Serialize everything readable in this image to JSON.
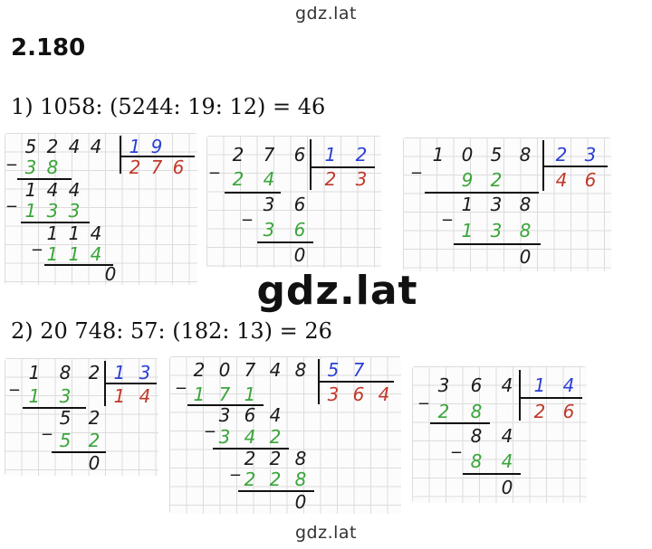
{
  "watermark_top": "gdz.lat",
  "watermark_middle": "gdz.lat",
  "watermark_bottom": "gdz.lat",
  "exercise_number": "2.180",
  "equation_1": "1) 1058: (5244: 19: 12) = 46",
  "equation_2": "2) 20 748: 57: (182: 13) = 26",
  "colors": {
    "quotient": "#c0392b",
    "divisor": "#2b3fd6",
    "subtrahend": "#3aa53a",
    "text": "#1a1a1a"
  },
  "divisions": [
    {
      "dividend": [
        "5",
        "2",
        "4",
        "4"
      ],
      "divisor": [
        "1",
        "9"
      ],
      "quotient": [
        "2",
        "7",
        "6"
      ],
      "steps": [
        [
          "3",
          "8"
        ],
        [
          "1",
          "4",
          "4"
        ],
        [
          "1",
          "3",
          "3"
        ],
        [
          "1",
          "1",
          "4"
        ],
        [
          "1",
          "1",
          "4"
        ],
        [
          "0"
        ]
      ]
    },
    {
      "dividend": [
        "2",
        "7",
        "6"
      ],
      "divisor": [
        "1",
        "2"
      ],
      "quotient": [
        "2",
        "3"
      ],
      "steps": [
        [
          "2",
          "4"
        ],
        [
          "3",
          "6"
        ],
        [
          "3",
          "6"
        ],
        [
          "0"
        ]
      ]
    },
    {
      "dividend": [
        "1",
        "0",
        "5",
        "8"
      ],
      "divisor": [
        "2",
        "3"
      ],
      "quotient": [
        "4",
        "6"
      ],
      "steps": [
        [
          "9",
          "2"
        ],
        [
          "1",
          "3",
          "8"
        ],
        [
          "1",
          "3",
          "8"
        ],
        [
          "0"
        ]
      ]
    },
    {
      "dividend": [
        "1",
        "8",
        "2"
      ],
      "divisor": [
        "1",
        "3"
      ],
      "quotient": [
        "1",
        "4"
      ],
      "steps": [
        [
          "1",
          "3"
        ],
        [
          "5",
          "2"
        ],
        [
          "5",
          "2"
        ],
        [
          "0"
        ]
      ]
    },
    {
      "dividend": [
        "2",
        "0",
        "7",
        "4",
        "8"
      ],
      "divisor": [
        "5",
        "7"
      ],
      "quotient": [
        "3",
        "6",
        "4"
      ],
      "steps": [
        [
          "1",
          "7",
          "1"
        ],
        [
          "3",
          "6",
          "4"
        ],
        [
          "3",
          "4",
          "2"
        ],
        [
          "2",
          "2",
          "8"
        ],
        [
          "2",
          "2",
          "8"
        ],
        [
          "0"
        ]
      ]
    },
    {
      "dividend": [
        "3",
        "6",
        "4"
      ],
      "divisor": [
        "1",
        "4"
      ],
      "quotient": [
        "2",
        "6"
      ],
      "steps": [
        [
          "2",
          "8"
        ],
        [
          "8",
          "4"
        ],
        [
          "8",
          "4"
        ],
        [
          "0"
        ]
      ]
    }
  ]
}
